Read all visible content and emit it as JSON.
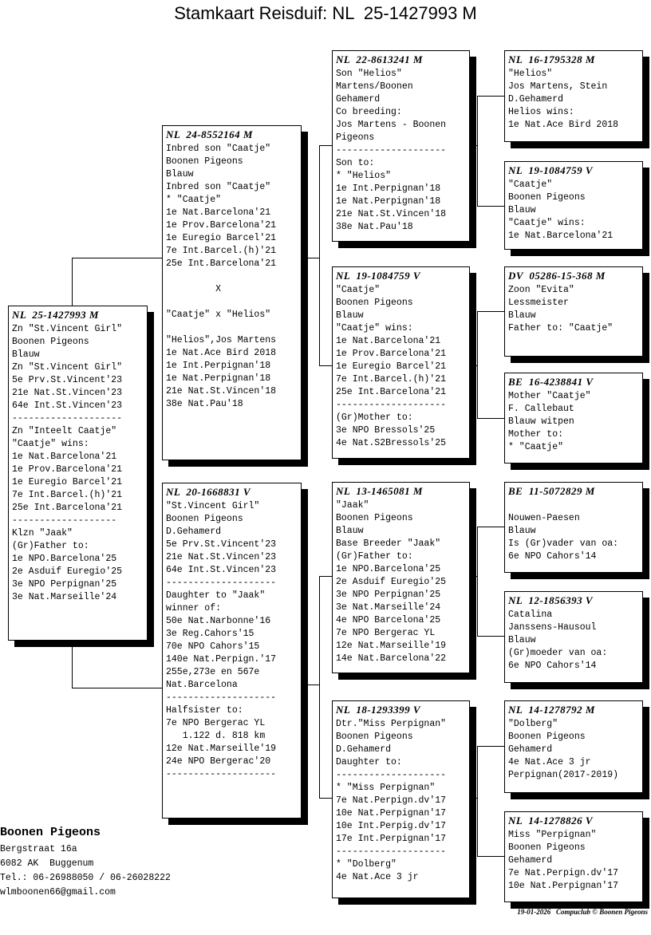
{
  "title": "Stamkaart Reisduif: NL  25-1427993 M",
  "boxes": [
    {
      "id": "subject",
      "header": "NL  25-1427993 M",
      "lines": [
        "Zn \"St.Vincent Girl\"",
        "Boonen Pigeons",
        "Blauw",
        "Zn \"St.Vincent Girl\"",
        "5e Prv.St.Vincent'23",
        "21e Nat.St.Vincen'23",
        "64e Int.St.Vincen'23",
        "--------------------",
        "Zn \"Inteelt Caatje\"",
        "\"Caatje\" wins:",
        "1e Nat.Barcelona'21",
        "1e Prov.Barcelona'21",
        "1e Euregio Barcel'21",
        "7e Int.Barcel.(h)'21",
        "25e Int.Barcelona'21",
        "-------------------",
        "Klzn \"Jaak\"",
        "(Gr)Father to:",
        "1e NPO.Barcelona'25",
        "2e Asduif Euregio'25",
        "3e NPO Perpignan'25",
        "3e Nat.Marseille'24"
      ]
    },
    {
      "id": "sire",
      "header": "NL  24-8552164 M",
      "lines": [
        "Inbred son \"Caatje\"",
        "Boonen Pigeons",
        "Blauw",
        "Inbred son \"Caatje\"",
        "* \"Caatje\"",
        "1e Nat.Barcelona'21",
        "1e Prov.Barcelona'21",
        "1e Euregio Barcel'21",
        "7e Int.Barcel.(h)'21",
        "25e Int.Barcelona'21",
        "",
        "         X",
        "",
        "\"Caatje\" x \"Helios\"",
        "",
        "\"Helios\",Jos Martens",
        "1e Nat.Ace Bird 2018",
        "1e Int.Perpignan'18",
        "1e Nat.Perpignan'18",
        "21e Nat.St.Vincen'18",
        "38e Nat.Pau'18"
      ]
    },
    {
      "id": "dam",
      "header": "NL  20-1668831 V",
      "lines": [
        "\"St.Vincent Girl\"",
        "Boonen Pigeons",
        "D.Gehamerd",
        "5e Prv.St.Vincent'23",
        "21e Nat.St.Vincen'23",
        "64e Int.St.Vincen'23",
        "--------------------",
        "Daughter to \"Jaak\"",
        "winner of:",
        "50e Nat.Narbonne'16",
        "3e Reg.Cahors'15",
        "70e NPO Cahors'15",
        "140e Nat.Perpign.'17",
        "255e,273e en 567e",
        "Nat.Barcelona",
        "--------------------",
        "Halfsister to:",
        "7e NPO Bergerac YL",
        "   1.122 d. 818 km",
        "12e Nat.Marseille'19",
        "24e NPO Bergerac'20",
        "--------------------"
      ]
    },
    {
      "id": "ss",
      "header": "NL  22-8613241 M",
      "lines": [
        "Son \"Helios\"",
        "Martens/Boonen",
        "Gehamerd",
        "Co breeding:",
        "Jos Martens - Boonen",
        "Pigeons",
        "--------------------",
        "Son to:",
        "* \"Helios\"",
        "1e Int.Perpignan'18",
        "1e Nat.Perpignan'18",
        "21e Nat.St.Vincen'18",
        "38e Nat.Pau'18"
      ]
    },
    {
      "id": "sd",
      "header": "NL  19-1084759 V",
      "lines": [
        "\"Caatje\"",
        "Boonen Pigeons",
        "Blauw",
        "\"Caatje\" wins:",
        "1e Nat.Barcelona'21",
        "1e Prov.Barcelona'21",
        "1e Euregio Barcel'21",
        "7e Int.Barcel.(h)'21",
        "25e Int.Barcelona'21",
        "--------------------",
        "(Gr)Mother to:",
        "3e NPO Bressols'25",
        "4e Nat.S2Bressols'25"
      ]
    },
    {
      "id": "ds",
      "header": "NL  13-1465081 M",
      "lines": [
        "\"Jaak\"",
        "Boonen Pigeons",
        "Blauw",
        "Base Breeder \"Jaak\"",
        "(Gr)Father to:",
        "1e NPO.Barcelona'25",
        "2e Asduif Euregio'25",
        "3e NPO Perpignan'25",
        "3e Nat.Marseille'24",
        "4e NPO Barcelona'25",
        "7e NPO Bergerac YL",
        "12e Nat.Marseille'19",
        "14e Nat.Barcelona'22"
      ]
    },
    {
      "id": "dd",
      "header": "NL  18-1293399 V",
      "lines": [
        "Dtr.\"Miss Perpignan\"",
        "Boonen Pigeons",
        "D.Gehamerd",
        "Daughter to:",
        "--------------------",
        "* \"Miss Perpignan\"",
        "7e Nat.Perpign.dv'17",
        "10e Nat.Perpignan'17",
        "10e Int.Perpig.dv'17",
        "17e Int.Perpignan'17",
        "--------------------",
        "* \"Dolberg\"",
        "4e Nat.Ace 3 jr"
      ]
    },
    {
      "id": "sss",
      "header": "NL  16-1795328 M",
      "lines": [
        "\"Helios\"",
        "Jos Martens, Stein",
        "D.Gehamerd",
        "Helios wins:",
        "1e Nat.Ace Bird 2018"
      ]
    },
    {
      "id": "ssd",
      "header": "NL  19-1084759 V",
      "lines": [
        "\"Caatje\"",
        "Boonen Pigeons",
        "Blauw",
        "\"Caatje\" wins:",
        "1e Nat.Barcelona'21"
      ]
    },
    {
      "id": "sds",
      "header": "DV  05286-15-368 M",
      "lines": [
        "Zoon \"Evita\"",
        "Lessmeister",
        "Blauw",
        "Father to: \"Caatje\""
      ]
    },
    {
      "id": "sdd",
      "header": "BE  16-4238841 V",
      "lines": [
        "Mother \"Caatje\"",
        "F. Callebaut",
        "Blauw witpen",
        "Mother to:",
        "* \"Caatje\""
      ]
    },
    {
      "id": "dss",
      "header": "BE  11-5072829 M",
      "lines": [
        "",
        "Nouwen-Paesen",
        "Blauw",
        "Is (Gr)vader van oa:",
        "6e NPO Cahors'14"
      ]
    },
    {
      "id": "dsd",
      "header": "NL  12-1856393 V",
      "lines": [
        "Catalina",
        "Janssens-Hausoul",
        "Blauw",
        "(Gr)moeder van oa:",
        "6e NPO Cahors'14"
      ]
    },
    {
      "id": "dds",
      "header": "NL  14-1278792 M",
      "lines": [
        "\"Dolberg\"",
        "Boonen Pigeons",
        "Gehamerd",
        "4e Nat.Ace 3 jr",
        "Perpignan(2017-2019)"
      ]
    },
    {
      "id": "ddd",
      "header": "NL  14-1278826 V",
      "lines": [
        "Miss \"Perpignan\"",
        "Boonen Pigeons",
        "Gehamerd",
        "7e Nat.Perpign.dv'17",
        "10e Nat.Perpignan'17"
      ]
    }
  ],
  "breeder": {
    "name": "Boonen Pigeons",
    "lines": [
      "Bergstraat 16a",
      "6082 AK  Buggenum",
      "Tel.: 06-26988050 / 06-26028222",
      "wlmboonen66@gmail.com"
    ]
  },
  "footer": "19-01-2026   Compuclub © Boonen Pigeons"
}
